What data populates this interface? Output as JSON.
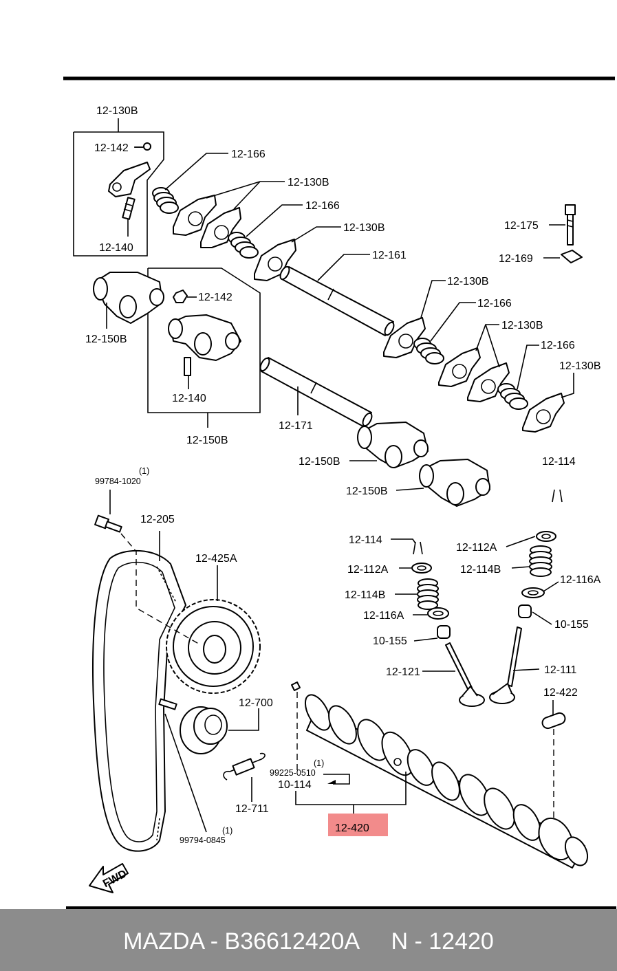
{
  "labels": {
    "l_130b_top": "12-130B",
    "l_142_a": "12-142",
    "l_140_a": "12-140",
    "l_166_a": "12-166",
    "l_130b_b": "12-130B",
    "l_166_b": "12-166",
    "l_130b_c": "12-130B",
    "l_161": "12-161",
    "l_175": "12-175",
    "l_169": "12-169",
    "l_150b_a": "12-150B",
    "l_142_b": "12-142",
    "l_140_b": "12-140",
    "l_130b_d": "12-130B",
    "l_166_c": "12-166",
    "l_130b_e": "12-130B",
    "l_166_d": "12-166",
    "l_130b_f": "12-130B",
    "l_171": "12-171",
    "l_150b_b": "12-150B",
    "l_150b_c": "12-150B",
    "l_150b_d": "12-150B",
    "l_114_a": "12-114",
    "l_qty_1a": "(1)",
    "l_99784": "99784-1020",
    "l_205": "12-205",
    "l_425a": "12-425A",
    "l_114_b": "12-114",
    "l_112a_a": "12-112A",
    "l_112a_b": "12-112A",
    "l_114b_a": "12-114B",
    "l_114b_b": "12-114B",
    "l_116a_a": "12-116A",
    "l_116a_b": "12-116A",
    "l_10155_a": "10-155",
    "l_10155_b": "10-155",
    "l_121": "12-121",
    "l_111": "12-111",
    "l_422": "12-422",
    "l_700": "12-700",
    "l_qty_1b": "(1)",
    "l_99225": "99225-0510",
    "l_10114": "10-114",
    "l_711": "12-711",
    "l_420": "12-420",
    "l_qty_1c": "(1)",
    "l_99794": "99794-0845",
    "fwd": "FWD"
  },
  "highlight_color": "#f28b8b",
  "footer": {
    "text": "MAZDA - B36612420A     N - 12420",
    "background": "#8c8c8c",
    "color": "#ffffff"
  }
}
